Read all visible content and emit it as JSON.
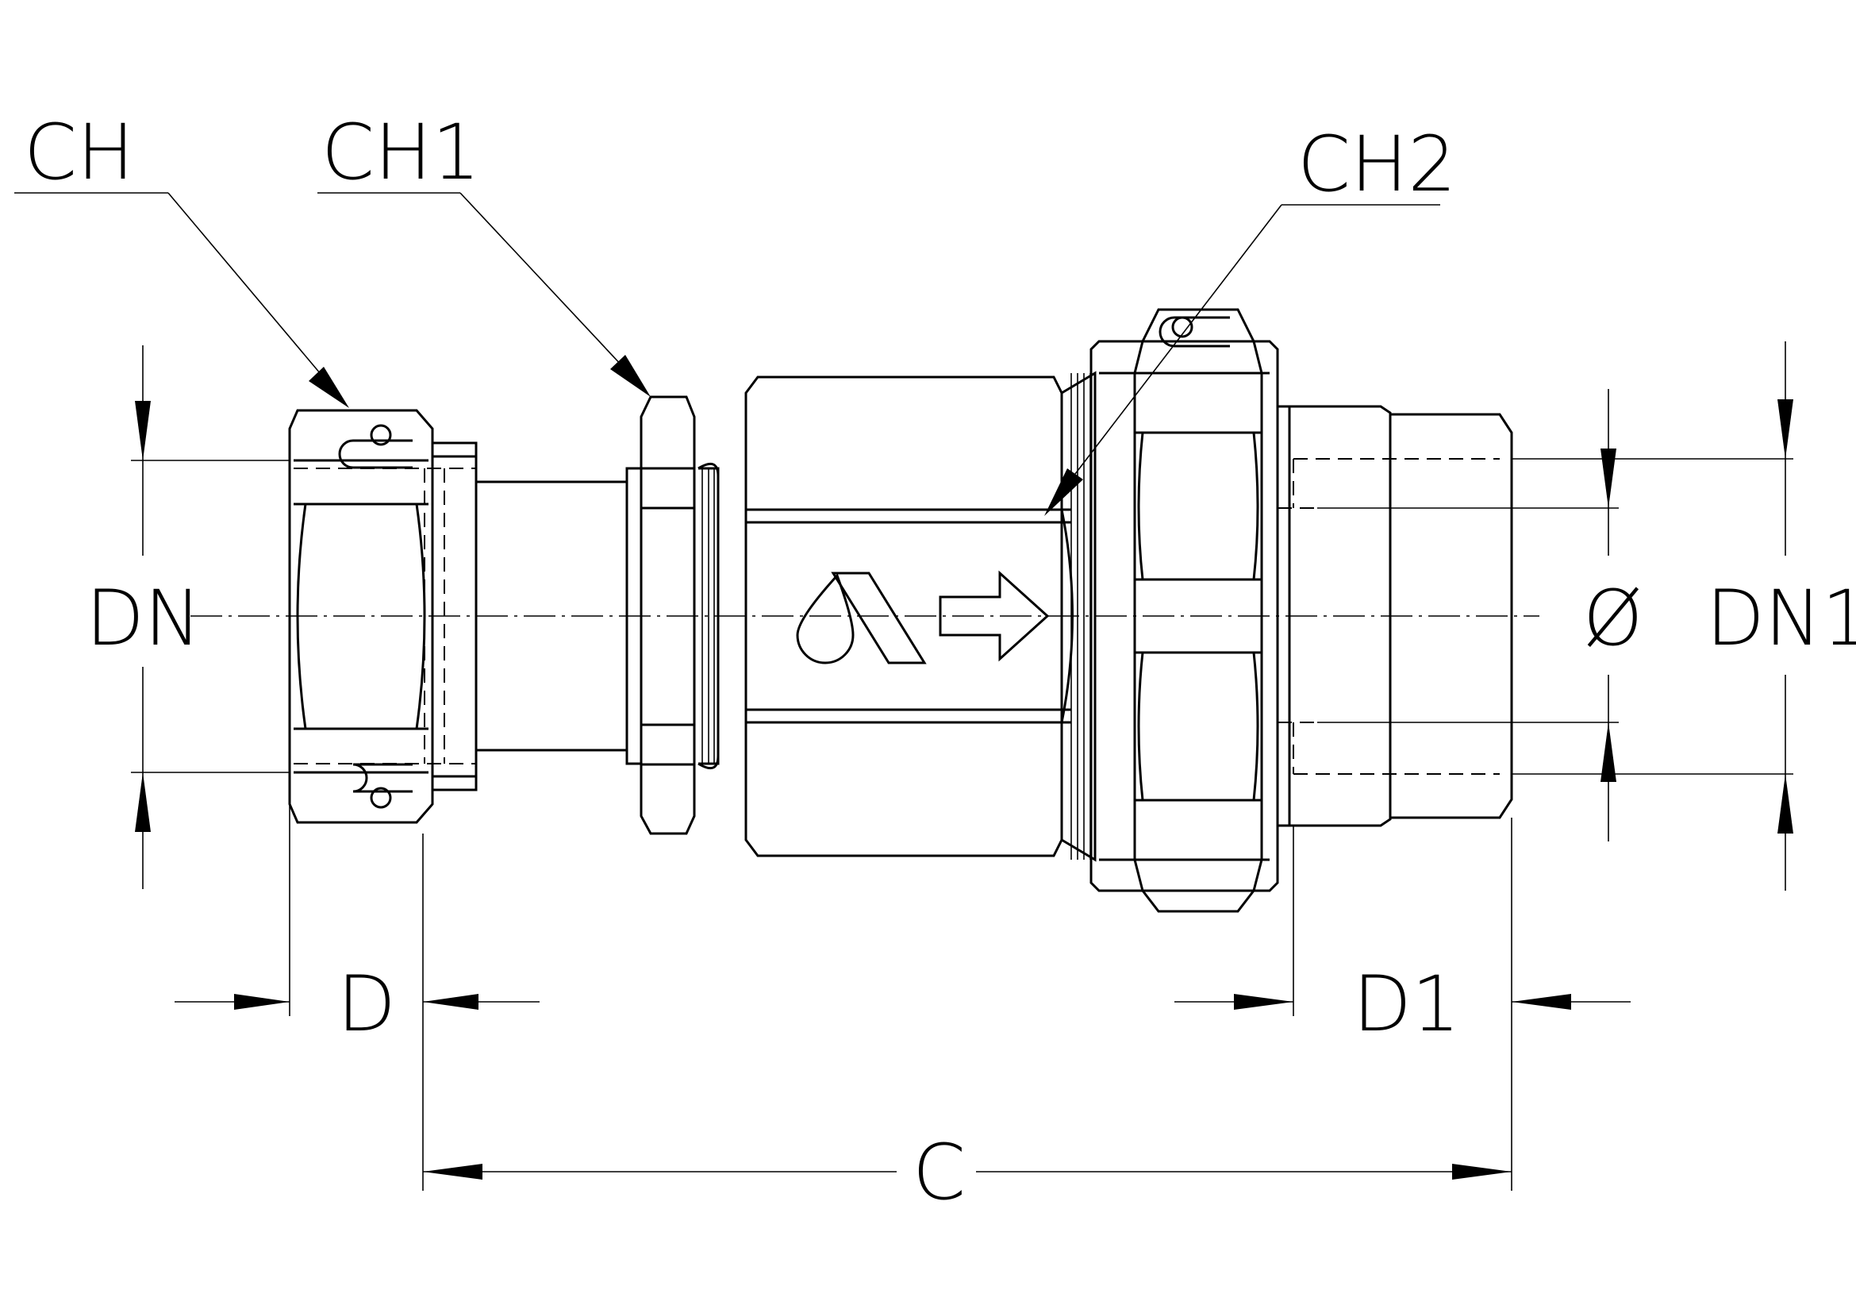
{
  "labels": {
    "ch": "CH",
    "ch1": "CH1",
    "ch2": "CH2",
    "dn": "DN",
    "dn1": "DN1",
    "diameter": "Ø",
    "d": "D",
    "d1": "D1",
    "c": "C"
  }
}
